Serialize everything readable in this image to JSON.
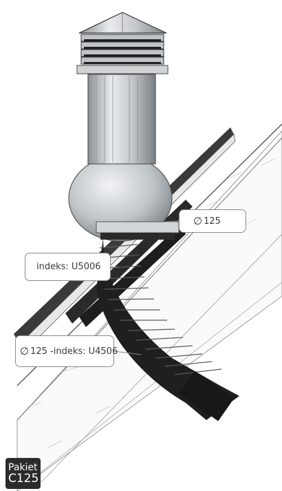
{
  "callouts": {
    "diameter_top": "125",
    "index_mid": "indeks: U5006",
    "bottom_text": "125 -indeks: U4506"
  },
  "badge": {
    "line1": "Pakiet",
    "line2": "C125"
  },
  "colors": {
    "badge_bg": "#2b2b2b",
    "callout_border": "#8a8a8a",
    "metal": "#c9cdd1",
    "flex_hose": "#1f1f1f"
  },
  "icons": {
    "diameter": "diameter-symbol-icon"
  }
}
